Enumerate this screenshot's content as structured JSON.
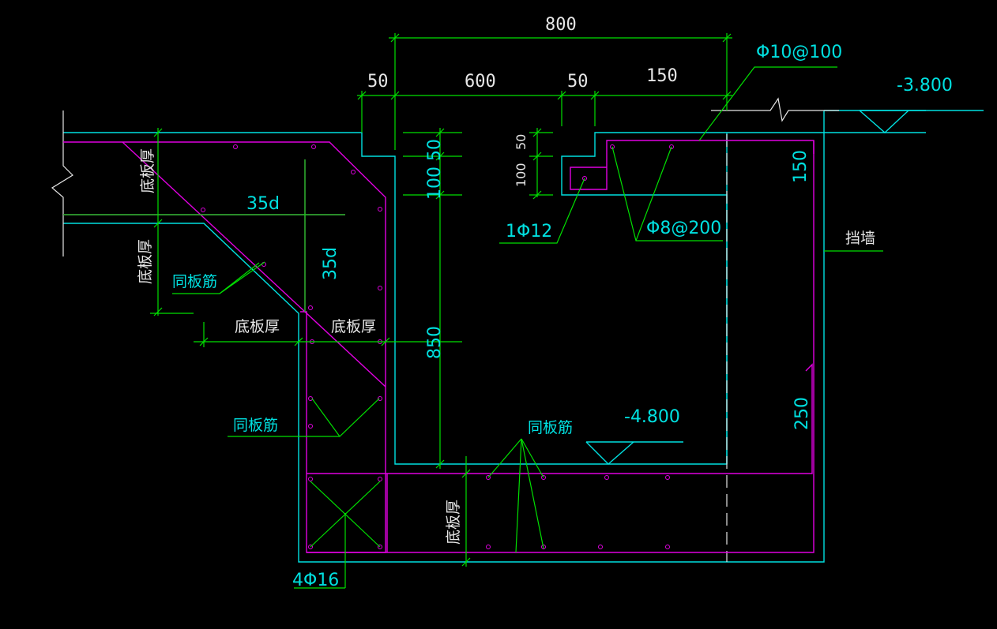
{
  "dims": {
    "total_width": "800",
    "seg_50_left": "50",
    "seg_600": "600",
    "seg_50_mid": "50",
    "seg_150": "150",
    "v_50": "50",
    "v_100": "100",
    "v_850": "850",
    "small_50": "50",
    "small_100": "100",
    "right_150": "150",
    "right_250": "250",
    "v_100_50": "100 50"
  },
  "elevations": {
    "top": "-3.800",
    "bottom": "-4.800"
  },
  "rebar": {
    "phi10": "Φ10@100",
    "phi12": "1Φ12",
    "phi8": "Φ8@200",
    "phi16": "4Φ16",
    "anchor_h": "35d",
    "anchor_v": "35d"
  },
  "notes": {
    "same_slab_1": "同板筋",
    "same_slab_2": "同板筋",
    "same_slab_3": "同板筋",
    "slab_thk_1": "底板厚",
    "slab_thk_2": "底板厚",
    "slab_thk_3": "底板厚",
    "slab_thk_4": "底板厚",
    "slab_thk_5": "底板厚",
    "retaining_wall": "挡墙"
  },
  "colors": {
    "background": "#000000",
    "outline": "#00e0e0",
    "rebar": "#e000e0",
    "dimension": "#00e000",
    "text": "#e6e6e6"
  }
}
